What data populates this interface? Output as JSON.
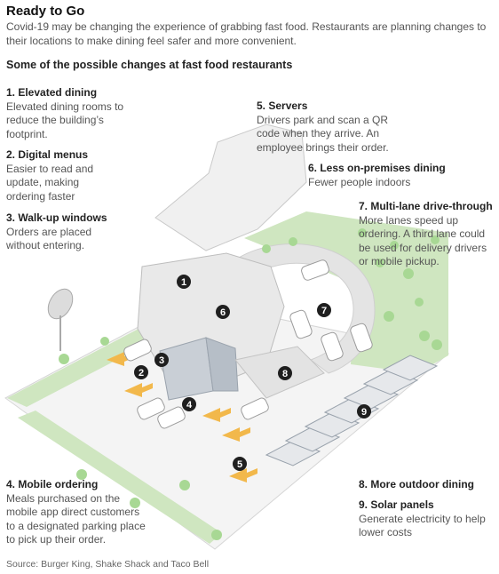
{
  "header": {
    "title": "Ready to Go",
    "subtitle": "Covid-19 may be changing the experience of grabbing fast food. Restaurants are planning changes to their locations to make dining feel safer and more convenient.",
    "heading": "Some of the possible changes at fast food restaurants"
  },
  "callouts": [
    {
      "num": "1",
      "title": "1. Elevated dining",
      "text": "Elevated dining rooms to reduce the building’s footprint."
    },
    {
      "num": "2",
      "title": "2. Digital menus",
      "text": "Easier to read and update, making ordering faster"
    },
    {
      "num": "3",
      "title": "3. Walk-up windows",
      "text": "Orders are placed without entering."
    },
    {
      "num": "4",
      "title": "4. Mobile ordering",
      "text": "Meals purchased on the mobile app direct customers to a designated parking place to pick up their order."
    },
    {
      "num": "5",
      "title": "5. Servers",
      "text": "Drivers park and scan a QR code when they arrive. An employee brings their order."
    },
    {
      "num": "6",
      "title": "6. Less on-premises dining",
      "text": "Fewer people indoors"
    },
    {
      "num": "7",
      "title": "7. Multi-lane drive-through",
      "text": "More lanes speed up ordering. A third lane could be used for delivery drivers or mobile pickup."
    },
    {
      "num": "8",
      "title": "8. More outdoor dining",
      "text": ""
    },
    {
      "num": "9",
      "title": "9. Solar panels",
      "text": "Generate electricity to help lower costs"
    }
  ],
  "source": "Source: Burger King, Shake Shack and Taco Bell",
  "colors": {
    "grass": "#cfe6c0",
    "tree": "#a8d894",
    "pavement": "#f2f2f2",
    "building": "#e6e6e6",
    "glass": "#c9cfd6",
    "arrow": "#f2b84b",
    "marker": "#1f1f1f"
  }
}
